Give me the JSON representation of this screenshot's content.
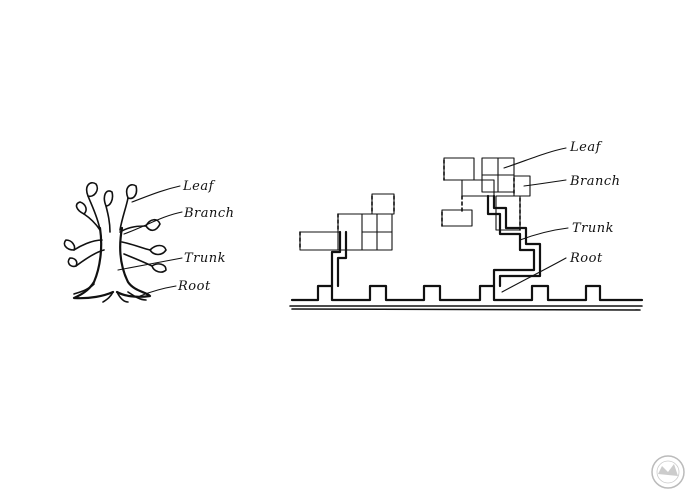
{
  "tree_sketch": {
    "labels": {
      "leaf": "Leaf",
      "branch": "Branch",
      "trunk": "Trunk",
      "root": "Root"
    }
  },
  "building_sketch": {
    "labels": {
      "leaf": "Leaf",
      "branch": "Branch",
      "trunk": "Trunk",
      "root": "Root"
    }
  },
  "colors": {
    "ink": "#111111",
    "paper": "#ffffff"
  },
  "watermark": {
    "icon": "stamp-logo-icon"
  }
}
